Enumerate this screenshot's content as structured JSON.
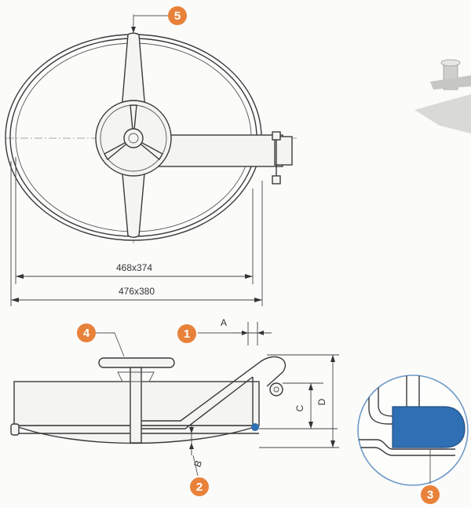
{
  "dimensions": {
    "inner": "468x374",
    "outer": "476x380"
  },
  "letters": {
    "a": "A",
    "b": "B",
    "c": "C",
    "d": "D"
  },
  "callouts": {
    "c1": "1",
    "c2": "2",
    "c3": "3",
    "c4": "4",
    "c5": "5"
  },
  "colors": {
    "callout": "#e8823a",
    "gasket": "#2f6fb3",
    "line": "#3a3a3a"
  }
}
